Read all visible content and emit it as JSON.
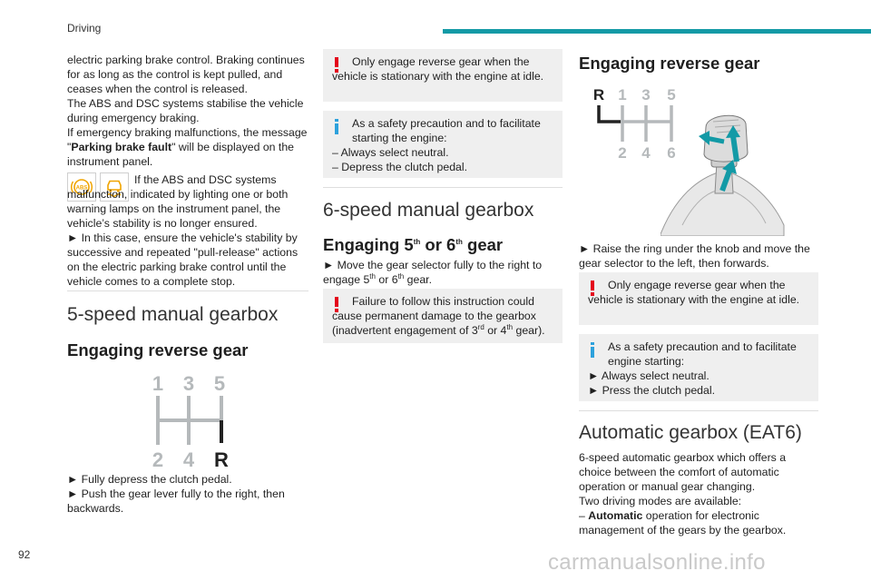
{
  "header": {
    "section": "Driving",
    "page_number": "92"
  },
  "watermark": "carmanualsonline.info",
  "col1": {
    "p1": "electric parking brake control. Braking continues for as long as the control is kept pulled, and ceases when the control is released.",
    "p2": "The ABS and DSC systems stabilise the vehicle during emergency braking.",
    "p3a": "If emergency braking malfunctions, the message \"",
    "p3b": "Parking brake fault",
    "p3c": "\" will be displayed on the instrument panel.",
    "p4": "If the ABS and DSC systems malfunction, indicated by lighting one or both warning lamps on the instrument panel, the vehicle’s stability is no longer ensured.",
    "p5": "► In this case, ensure the vehicle's stability by successive and repeated \"pull-release\" actions on the electric parking brake control until the vehicle comes to a complete stop.",
    "section_title": "5-speed manual gearbox",
    "sub_title": "Engaging reverse gear",
    "diagram": {
      "top": [
        "1",
        "3",
        "5"
      ],
      "bottom": [
        "2",
        "4",
        "R"
      ]
    },
    "step1": "► Fully depress the clutch pedal.",
    "step2": "► Push the gear lever fully to the right, then backwards.",
    "icons": [
      "abs-warning-icon",
      "dsc-warning-icon"
    ]
  },
  "col2": {
    "warn1": "Only engage reverse gear when the vehicle is stationary with the engine at idle.",
    "info1_intro": "As a safety precaution and to facilitate starting the engine:",
    "info1_items": [
      "– Always select neutral.",
      "– Depress the clutch pedal."
    ],
    "section_title": "6-speed manual gearbox",
    "sub_title_a": "Engaging 5",
    "sub_title_sup1": "th",
    "sub_title_b": " or 6",
    "sub_title_sup2": "th",
    "sub_title_c": " gear",
    "step_a": "► Move the gear selector fully to the right to engage 5",
    "step_sup1": "th",
    "step_b": " or 6",
    "step_sup2": "th",
    "step_c": " gear.",
    "warn2_a": "Failure to follow this instruction could cause permanent damage to the gearbox (inadvertent engagement of 3",
    "warn2_sup1": "rd",
    "warn2_b": " or 4",
    "warn2_sup2": "th",
    "warn2_c": " gear)."
  },
  "col3": {
    "sub_title": "Engaging reverse gear",
    "diagram": {
      "top": [
        "R",
        "1",
        "3",
        "5"
      ],
      "bottom": [
        "2",
        "4",
        "6"
      ]
    },
    "step1": "► Raise the ring under the knob and move the gear selector to the left, then forwards.",
    "warn1": "Only engage reverse gear when the vehicle is stationary with the engine at idle.",
    "info1_intro": "As a safety precaution and to facilitate engine starting:",
    "info1_items": [
      "► Always select neutral.",
      "► Press the clutch pedal."
    ],
    "section_title": "Automatic gearbox (EAT6)",
    "p1": "6-speed automatic gearbox which offers a choice between the comfort of automatic operation or manual gear changing.",
    "p2": "Two driving modes are available:",
    "p3a": "– ",
    "p3b": "Automatic",
    "p3c": " operation for electronic management of the gears by the gearbox."
  },
  "colors": {
    "accent": "#139aa6",
    "warning": "#e3001b",
    "info": "#2da1dc",
    "note_bg": "#efefef",
    "diagram_grey": "#b5b9bb",
    "arrow_teal": "#139aa6"
  }
}
